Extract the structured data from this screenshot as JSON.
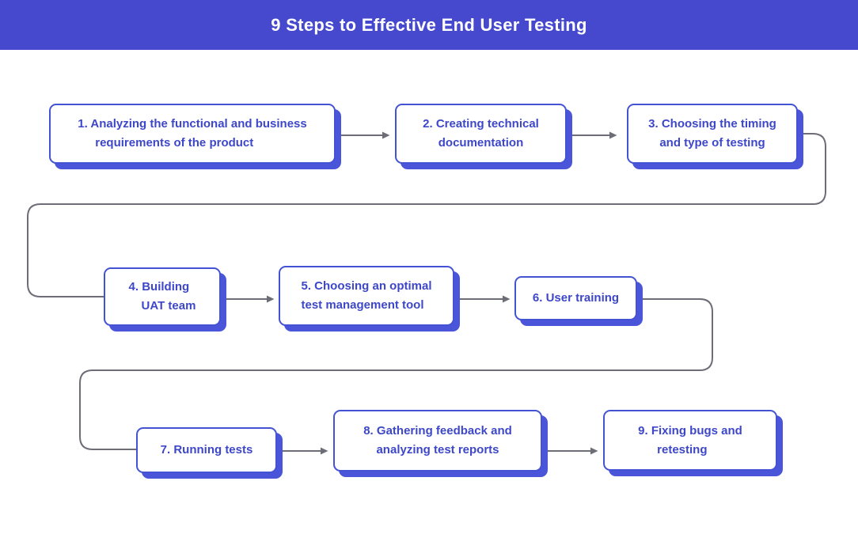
{
  "title": "9 Steps to Effective End User Testing",
  "colors": {
    "header_bg": "#4649ce",
    "box_border": "#4353d4",
    "box_shadow": "#4a55da",
    "box_text": "#3d47c8",
    "box_bg": "#ffffff",
    "page_bg": "#ffffff",
    "title_text": "#ffffff",
    "connector": "#6d6d77"
  },
  "steps": [
    {
      "id": "1",
      "lines": [
        "1. Analyzing the functional and business",
        "requirements of the product"
      ]
    },
    {
      "id": "2",
      "lines": [
        "2. Creating technical",
        "documentation"
      ]
    },
    {
      "id": "3",
      "lines": [
        "3. Choosing the timing",
        "and type of testing"
      ]
    },
    {
      "id": "4",
      "lines": [
        "4. Building",
        "UAT team"
      ]
    },
    {
      "id": "5",
      "lines": [
        "5. Choosing an optimal",
        "test management tool"
      ]
    },
    {
      "id": "6",
      "lines": [
        "6. User training"
      ]
    },
    {
      "id": "7",
      "lines": [
        "7. Running tests"
      ]
    },
    {
      "id": "8",
      "lines": [
        "8. Gathering feedback and",
        "analyzing test reports"
      ]
    },
    {
      "id": "9",
      "lines": [
        "9. Fixing bugs and",
        "retesting"
      ]
    }
  ]
}
